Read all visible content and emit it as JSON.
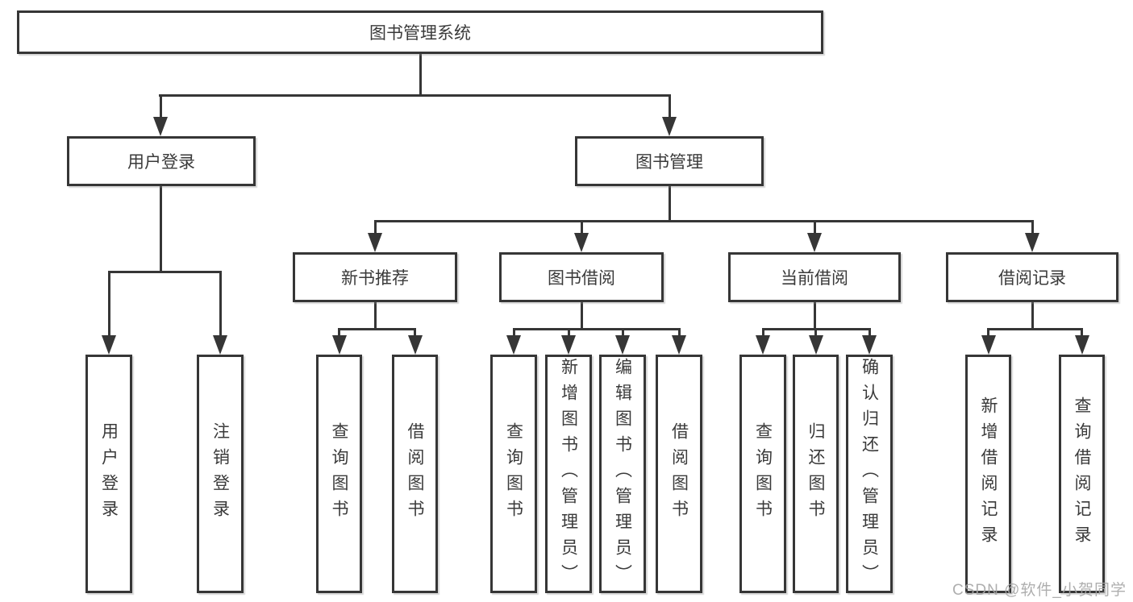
{
  "diagram": {
    "type": "hierarchy-diagram",
    "root": {
      "label": "图书管理系统"
    },
    "level2": [
      {
        "label": "用户登录"
      },
      {
        "label": "图书管理"
      }
    ],
    "level3": [
      {
        "label": "新书推荐",
        "parent": "图书管理"
      },
      {
        "label": "图书借阅",
        "parent": "图书管理"
      },
      {
        "label": "当前借阅",
        "parent": "图书管理"
      },
      {
        "label": "借阅记录",
        "parent": "图书管理"
      }
    ],
    "leaves": [
      {
        "label": "用户登录",
        "parent": "用户登录"
      },
      {
        "label": "注销登录",
        "parent": "用户登录"
      },
      {
        "label": "查询图书",
        "parent": "新书推荐"
      },
      {
        "label": "借阅图书",
        "parent": "新书推荐"
      },
      {
        "label": "查询图书",
        "parent": "图书借阅"
      },
      {
        "label": "新增图书（管理员）",
        "parent": "图书借阅"
      },
      {
        "label": "编辑图书（管理员）",
        "parent": "图书借阅"
      },
      {
        "label": "借阅图书",
        "parent": "图书借阅"
      },
      {
        "label": "查询图书",
        "parent": "当前借阅"
      },
      {
        "label": "归还图书",
        "parent": "当前借阅"
      },
      {
        "label": "确认归还（管理员）",
        "parent": "当前借阅"
      },
      {
        "label": "新增借阅记录",
        "parent": "借阅记录"
      },
      {
        "label": "查询借阅记录",
        "parent": "借阅记录"
      }
    ]
  },
  "watermark": "CSDN @软件_小贺同学",
  "colors": {
    "line": "#363636",
    "text": "#3a3a3a",
    "background": "#ffffff",
    "watermark": "#a5a5a5"
  }
}
